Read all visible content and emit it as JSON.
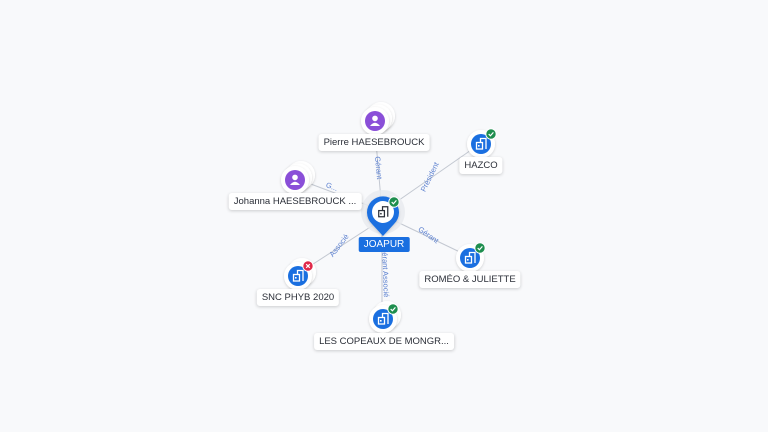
{
  "colors": {
    "company": "#1a6fe0",
    "person": "#8a4fd8",
    "active": "#1e8e4e",
    "closed": "#e0294a",
    "edge": "#c3c8d1",
    "edge_label": "#5a7fcf"
  },
  "center": {
    "label": "JOAPUR",
    "icon": "company-building-icon",
    "status": "active"
  },
  "nodes": [
    {
      "id": "pierre",
      "label": "Pierre HAESEBROUCK",
      "kind": "person",
      "icon": "person-icon",
      "status": ""
    },
    {
      "id": "johanna",
      "label": "Johanna HAESEBROUCK ...",
      "kind": "person",
      "icon": "person-icon",
      "status": ""
    },
    {
      "id": "hazco",
      "label": "HAZCO",
      "kind": "company",
      "icon": "company-building-icon",
      "status": "active"
    },
    {
      "id": "romeo",
      "label": "ROMÉO & JULIETTE",
      "kind": "company",
      "icon": "company-building-icon",
      "status": "active"
    },
    {
      "id": "snc",
      "label": "SNC PHYB 2020",
      "kind": "company",
      "icon": "company-building-icon",
      "status": "closed"
    },
    {
      "id": "copeaux",
      "label": "LES COPEAUX DE MONGR...",
      "kind": "company",
      "icon": "company-building-icon",
      "status": "active"
    }
  ],
  "edges": [
    {
      "to": "pierre",
      "label": "Gérant"
    },
    {
      "to": "johanna",
      "label": "G..."
    },
    {
      "to": "hazco",
      "label": "Président"
    },
    {
      "to": "romeo",
      "label": "Gérant"
    },
    {
      "to": "snc",
      "label": "Associé"
    },
    {
      "to": "copeaux",
      "label": "Gérant Associé"
    }
  ]
}
